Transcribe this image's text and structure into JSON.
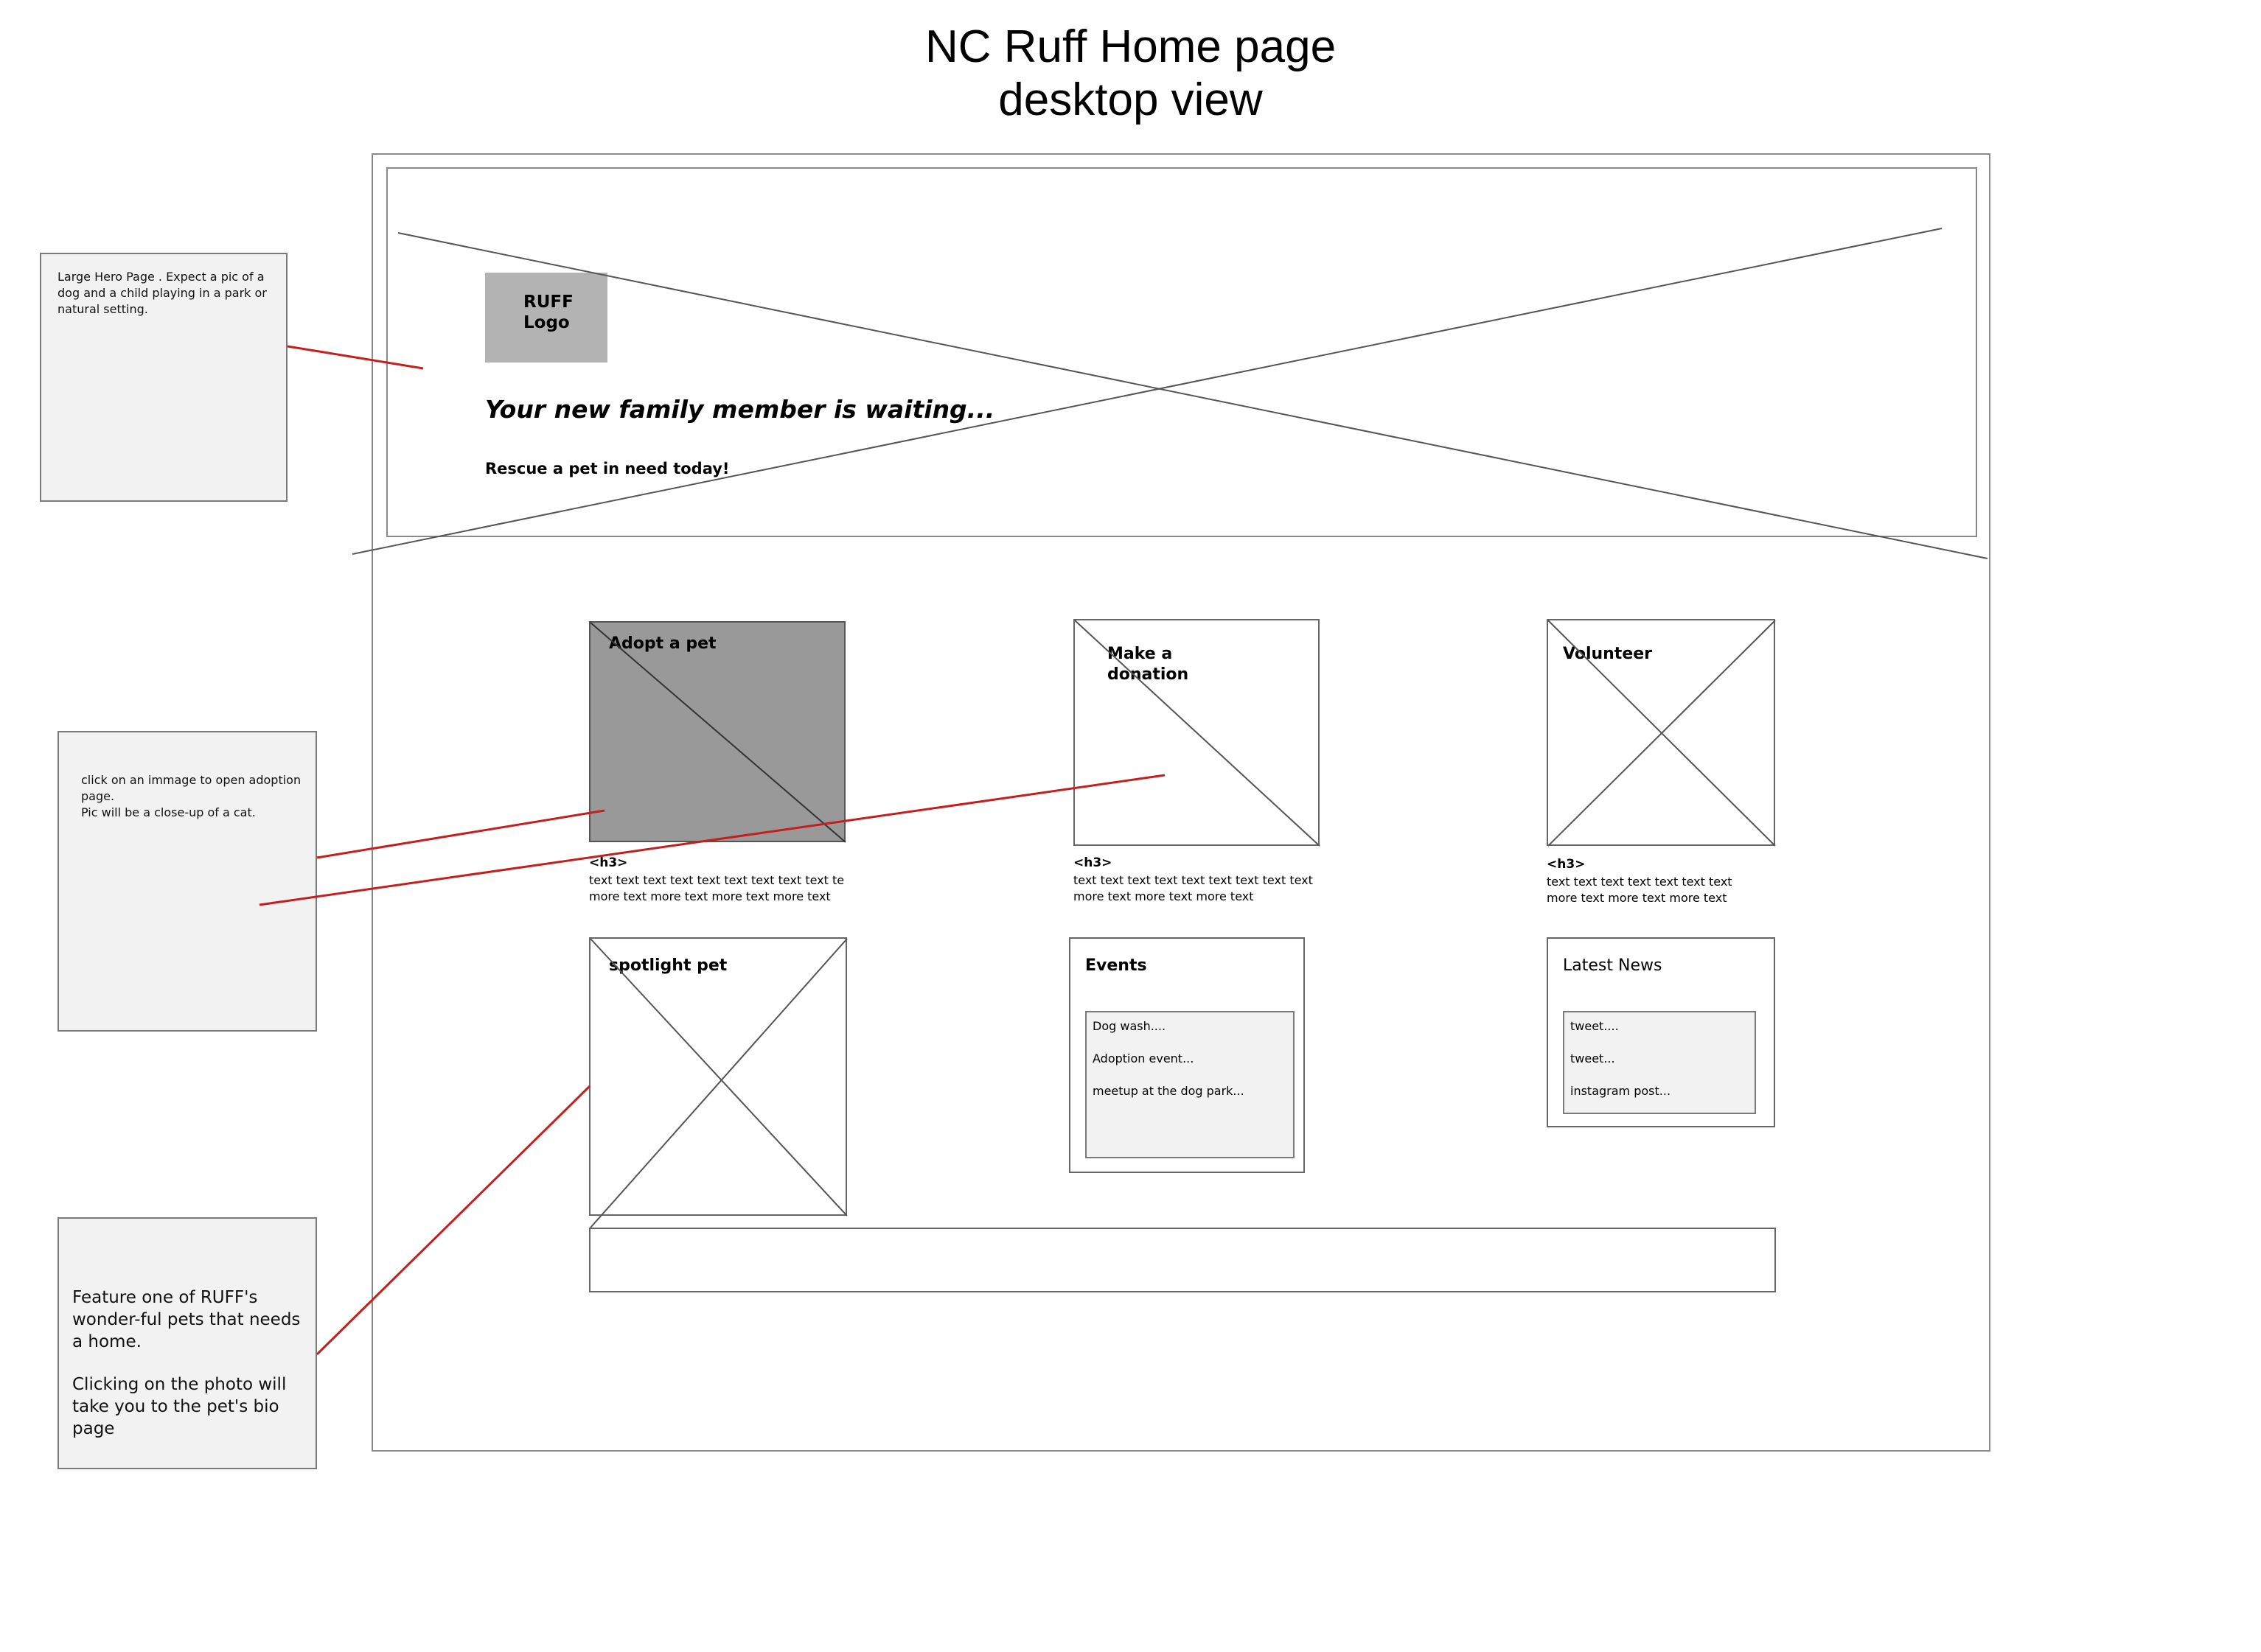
{
  "title": {
    "line1": "NC Ruff Home page",
    "line2": "desktop view"
  },
  "hero": {
    "logo_line1": "RUFF",
    "logo_line2": "Logo",
    "tagline": "Your new family member is waiting...",
    "subline": "Rescue a pet in need today!"
  },
  "notes": {
    "hero_note": "Large Hero Page .  Expect a pic of a dog and a child playing in a park or natural setting.",
    "adoption_note_line1": "click on an immage to open adoption page.",
    "adoption_note_line2": "Pic will be a close-up of a cat.",
    "spotlight_note_para1": "Feature one of RUFF's wonder-ful pets that needs a home.",
    "spotlight_note_para2": "Clicking on the photo will take you to the pet's bio page"
  },
  "cards": {
    "adopt": {
      "title": "Adopt a pet",
      "h3": "<h3>",
      "text1": "text text text text text text text text text te",
      "text2": "more text more text more text more text"
    },
    "donate": {
      "title_line1": "Make a",
      "title_line2": "donation",
      "h3": "<h3>",
      "text1": "text text text text text text text text text",
      "text2": "more text more text more text"
    },
    "volunteer": {
      "title": "Volunteer",
      "h3": "<h3>",
      "text1": "text text text text text text text",
      "text2": "more text more text more text"
    }
  },
  "spotlight": {
    "title": "spotlight pet"
  },
  "events": {
    "title": "Events",
    "items": [
      "Dog wash....",
      "Adoption event...",
      "meetup at the dog park..."
    ]
  },
  "news": {
    "title": "Latest News",
    "items": [
      "tweet....",
      "tweet...",
      "instagram post..."
    ]
  },
  "colors": {
    "annotation_line": "#c41e1e",
    "adopt_fill": "#999999",
    "logo_fill": "#b3b3b3",
    "note_fill": "#f2f2f2"
  }
}
